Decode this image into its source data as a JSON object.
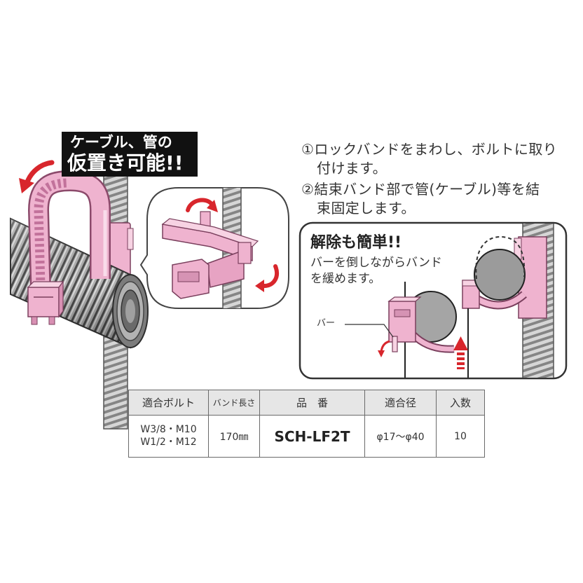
{
  "callout": {
    "line1": "ケーブル、管の",
    "line2": "仮置き可能!!"
  },
  "steps": [
    {
      "line1": "①ロックバンドをまわし、ボルトに取り",
      "line2": "付けます。"
    },
    {
      "line1": "②結束バンド部で管(ケーブル)等を結",
      "line2": "束固定します。"
    }
  ],
  "release": {
    "title": "解除も簡単!!",
    "desc": [
      "バーを倒しながらバンド",
      "を緩めます。"
    ],
    "bar_label": "バー"
  },
  "spec_table": {
    "headers": [
      "適合ボルト",
      "バンド長さ",
      "品　番",
      "適合径",
      "入数"
    ],
    "rows": [
      {
        "bolt": [
          "W3/8・M10",
          "W1/2・M12"
        ],
        "band_length": "170㎜",
        "part_number": "SCH-LF2T",
        "diameter": "φ17〜φ40",
        "quantity": "10"
      }
    ]
  },
  "icons": {
    "wrap_arrow": "curved-arrow-icon",
    "rotate_arrows": "rotate-arrow-icon",
    "lift_arrow": "up-arrow-icon"
  },
  "colors": {
    "band_pink": "#efb3cf",
    "band_outline": "#8c4a6b",
    "arrow_red": "#d8262c",
    "rod_gray": "#d4d4d4",
    "pipe_gray": "#9b9b9b",
    "table_header_bg": "#e6e6e6",
    "callout_bg": "#111111"
  }
}
